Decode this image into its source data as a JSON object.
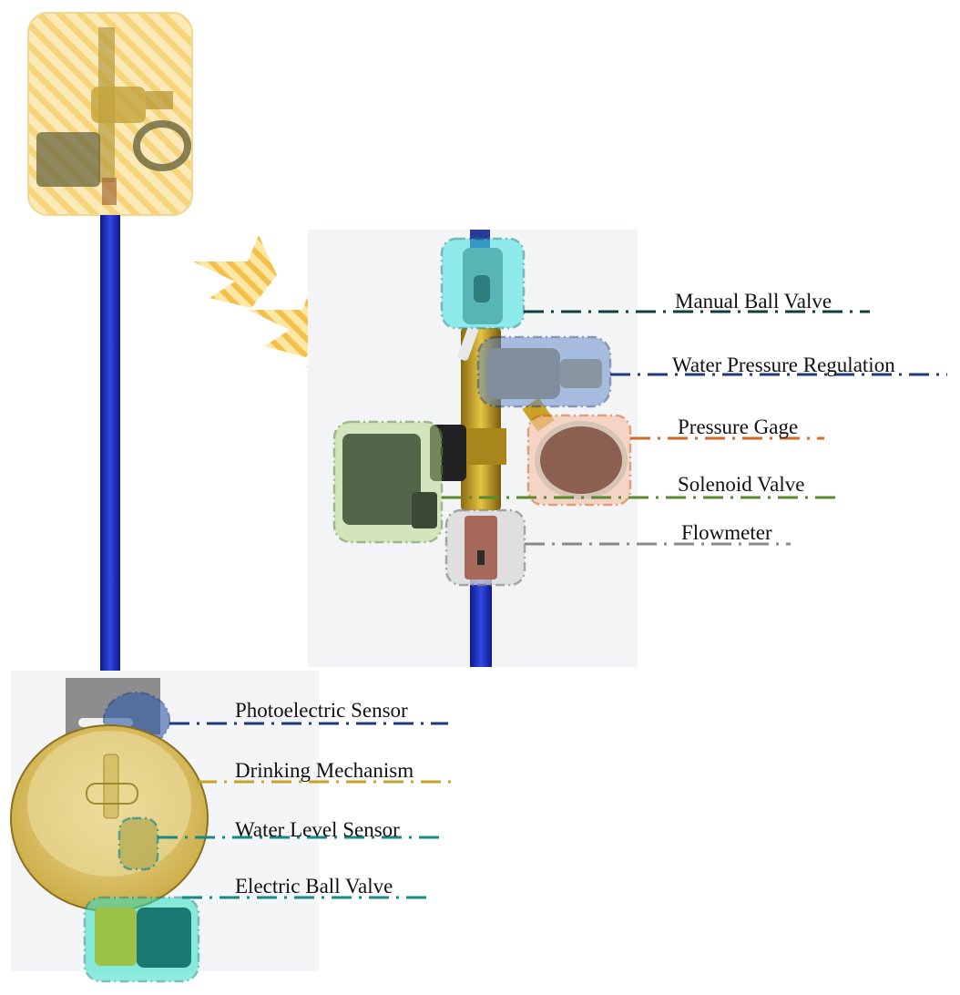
{
  "labels": {
    "manual_ball_valve": "Manual Ball Valve",
    "water_pressure_regulation": "Water Pressure Regulation",
    "pressure_gage": "Pressure Gage",
    "solenoid_valve": "Solenoid Valve",
    "flowmeter": "Flowmeter",
    "photoelectric_sensor": "Photoelectric Sensor",
    "drinking_mechanism": "Drinking Mechanism",
    "water_level_sensor": "Water Level Sensor",
    "electric_ball_valve": "Electric Ball Valve"
  },
  "colors": {
    "manual_ball_valve": "#0f3f3a",
    "water_pressure_regulation": "#1f3a7a",
    "pressure_gage": "#d2692a",
    "solenoid_valve": "#5a8a2e",
    "flowmeter": "#8a8a8a",
    "photoelectric_sensor": "#1f3a7a",
    "drinking_mechanism": "#c9a227",
    "water_level_sensor": "#17888a",
    "electric_ball_valve": "#17888a",
    "pipe": "#1c2fc4",
    "brass": "#c9a227",
    "arrow": "#f3c85a"
  }
}
